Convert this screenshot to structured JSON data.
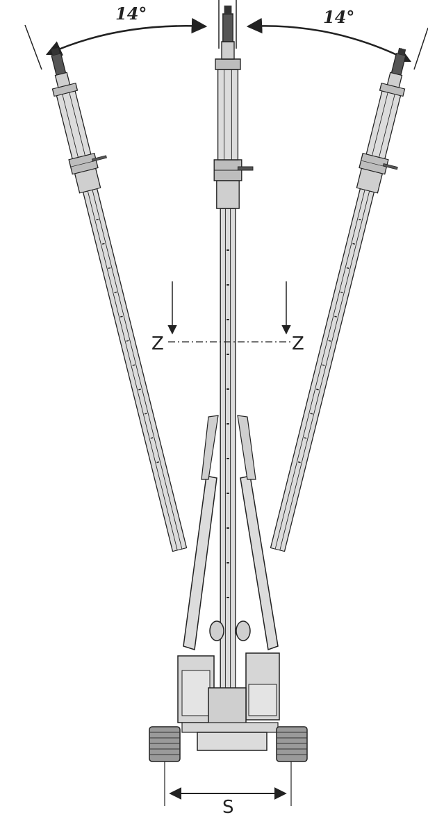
{
  "diagram": {
    "angle_left": "14°",
    "angle_right": "14°",
    "section_label_left": "Z",
    "section_label_right": "Z",
    "track_dimension": "S",
    "colors": {
      "stroke": "#222222",
      "mast_fill": "#dcdcdc",
      "mast_fill_dark": "#bdbdbd",
      "body_fill": "#cfcfcf",
      "track_fill": "#9a9a9a"
    }
  }
}
